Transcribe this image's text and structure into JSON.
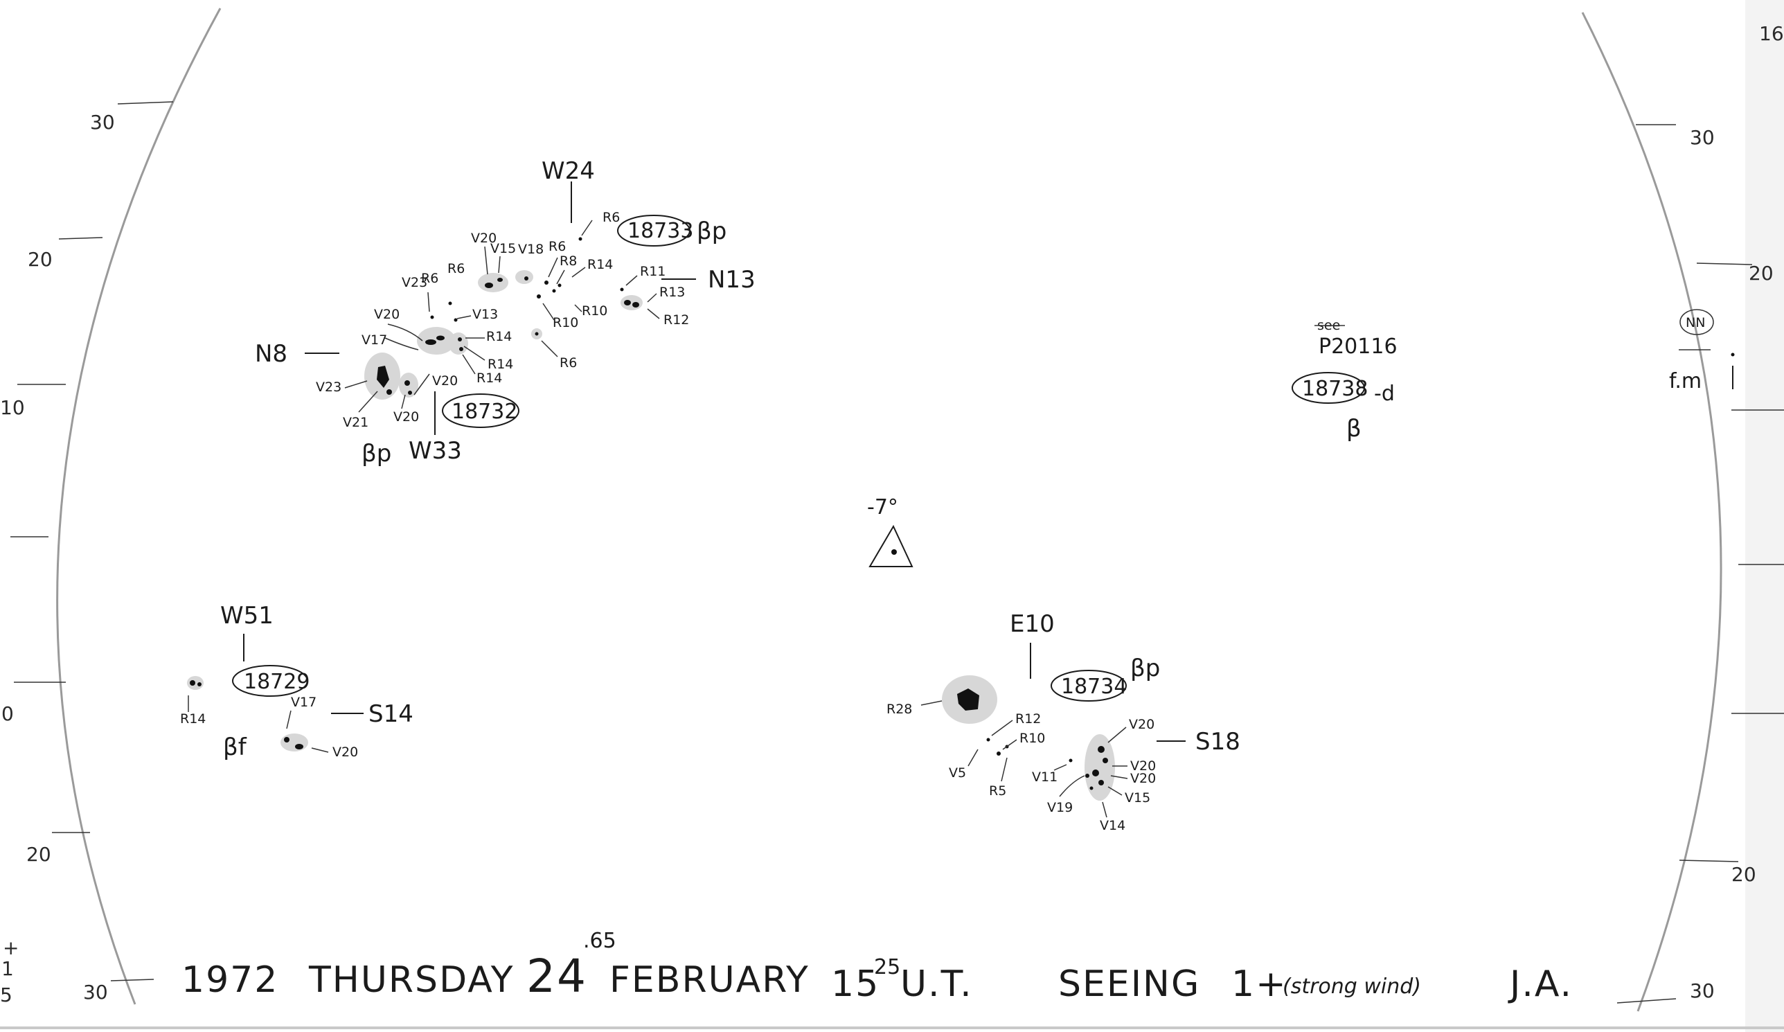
{
  "scale": {
    "left": [
      "30",
      "20",
      "10",
      "0",
      "20",
      "30"
    ],
    "right": [
      "30",
      "20",
      "20",
      "30"
    ],
    "corner_top_right": "16",
    "corner_bottom_left": [
      "+",
      "1",
      "5"
    ]
  },
  "groups": [
    {
      "number": "18733",
      "type": "βp",
      "position": "W24",
      "spots": [
        "R6",
        "R6",
        "R8",
        "R14",
        "R11",
        "R13",
        "R12",
        "R10",
        "R10",
        "R6",
        "V20",
        "V15",
        "V18"
      ],
      "extra_label": "N13"
    },
    {
      "number": "18732",
      "type": "βp",
      "position": "W33",
      "extra_label": "N8",
      "spots": [
        "V23",
        "R6",
        "R6",
        "V20",
        "V17",
        "V13",
        "R14",
        "R14",
        "R14",
        "V20",
        "V23",
        "V21",
        "V20"
      ]
    },
    {
      "number": "18729",
      "type": "βf",
      "position": "W51",
      "extra_label": "S14",
      "spots": [
        "R14",
        "V17",
        "V20"
      ]
    },
    {
      "number": "18734",
      "type": "βp",
      "position": "E10",
      "extra_label": "S18",
      "spots": [
        "R28",
        "R12",
        "R10",
        "V5",
        "R5",
        "V11",
        "V19",
        "V14",
        "V15",
        "V20",
        "V20",
        "V20"
      ]
    },
    {
      "number": "18738",
      "type": "β",
      "suffix": "-d",
      "note_struck": "see",
      "note": "P20116"
    }
  ],
  "center": {
    "label": "-7°"
  },
  "corner_note": {
    "circled": "NN",
    "text": "f.m"
  },
  "footer": {
    "year": "1972",
    "weekday": "THURSDAY",
    "day": "24",
    "day_frac": ".65",
    "month": "FEBRUARY",
    "hour": "15",
    "minute": "25",
    "ut": "U.T.",
    "seeing_label": "SEEING",
    "seeing_value": "1+",
    "seeing_note": "(strong wind)",
    "observer": "J.A."
  }
}
